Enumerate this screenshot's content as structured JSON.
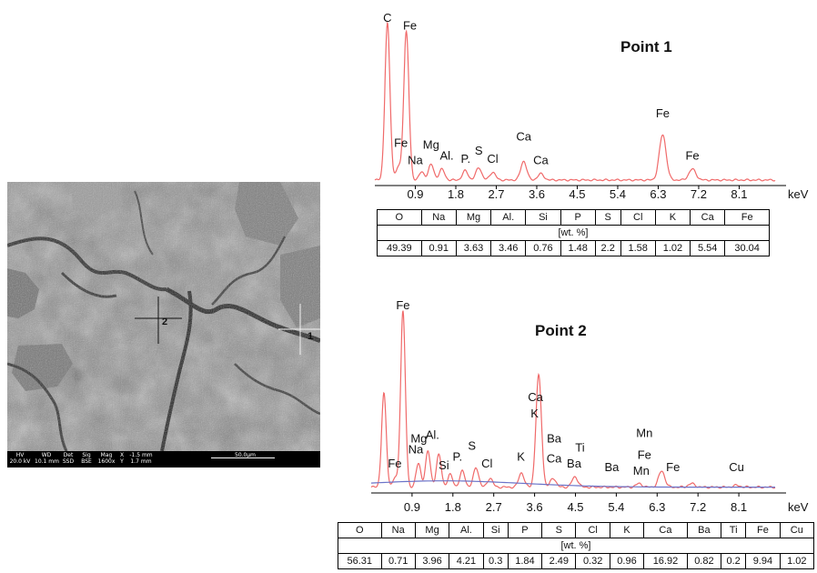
{
  "sem": {
    "point_labels": [
      "1",
      "2"
    ],
    "bar": {
      "headers": [
        "HV",
        "WD",
        "Det",
        "Sig",
        "Mag",
        "X",
        ""
      ],
      "values": [
        "20.0 kV",
        "10.1 mm",
        "SSD",
        "BSE",
        "1600x",
        "Y",
        ""
      ],
      "x_coord": "-1.5 mm",
      "y_coord": "1.7 mm",
      "scale_label": "50.0µm"
    }
  },
  "chart_data": [
    {
      "type": "line",
      "title": "Point 1",
      "xlabel": "keV",
      "x_ticks": [
        "0.9",
        "1.8",
        "2.7",
        "3.6",
        "4.5",
        "5.4",
        "6.3",
        "7.2",
        "8.1"
      ],
      "xlim": [
        0,
        8.9
      ],
      "series": [
        {
          "peaks": [
            {
              "x": 0.28,
              "h": 1.0
            },
            {
              "x": 0.7,
              "h": 0.95
            },
            {
              "x": 0.52,
              "h": 0.08
            },
            {
              "x": 1.04,
              "h": 0.05
            },
            {
              "x": 1.25,
              "h": 0.1
            },
            {
              "x": 1.49,
              "h": 0.07
            },
            {
              "x": 2.01,
              "h": 0.06
            },
            {
              "x": 2.31,
              "h": 0.08
            },
            {
              "x": 2.62,
              "h": 0.05
            },
            {
              "x": 3.31,
              "h": 0.12
            },
            {
              "x": 3.69,
              "h": 0.04
            },
            {
              "x": 6.4,
              "h": 0.29
            },
            {
              "x": 7.06,
              "h": 0.07
            }
          ]
        }
      ],
      "peak_labels": [
        {
          "text": "C",
          "x": 0.28,
          "h": 1.0
        },
        {
          "text": "Fe",
          "x": 0.78,
          "h": 0.95
        },
        {
          "text": "Fe",
          "x": 0.58,
          "h": 0.2
        },
        {
          "text": "Na",
          "x": 0.9,
          "h": 0.09
        },
        {
          "text": "Mg",
          "x": 1.25,
          "h": 0.19
        },
        {
          "text": "Al.",
          "x": 1.6,
          "h": 0.12
        },
        {
          "text": "P.",
          "x": 2.02,
          "h": 0.1
        },
        {
          "text": "S",
          "x": 2.31,
          "h": 0.15
        },
        {
          "text": "Cl",
          "x": 2.62,
          "h": 0.1
        },
        {
          "text": "Ca",
          "x": 3.31,
          "h": 0.24
        },
        {
          "text": "Ca",
          "x": 3.69,
          "h": 0.09
        },
        {
          "text": "Fe",
          "x": 6.4,
          "h": 0.39
        },
        {
          "text": "Fe",
          "x": 7.06,
          "h": 0.12
        }
      ],
      "table": {
        "elements": [
          "O",
          "Na",
          "Mg",
          "Al.",
          "Si",
          "P",
          "S",
          "Cl",
          "K",
          "Ca",
          "Fe"
        ],
        "unit": "[wt. %]",
        "values": [
          "49.39",
          "0.91",
          "3.63",
          "3.46",
          "0.76",
          "1.48",
          "2.2",
          "1.58",
          "1.02",
          "5.54",
          "30.04"
        ]
      }
    },
    {
      "type": "line",
      "title": "Point 2",
      "xlabel": "keV",
      "x_ticks": [
        "0.9",
        "1.8",
        "2.7",
        "3.6",
        "4.5",
        "5.4",
        "6.3",
        "7.2",
        "8.1"
      ],
      "xlim": [
        0,
        8.9
      ],
      "series": [
        {
          "peaks": [
            {
              "x": 0.28,
              "h": 0.52
            },
            {
              "x": 0.7,
              "h": 0.98
            },
            {
              "x": 0.52,
              "h": 0.05
            },
            {
              "x": 1.04,
              "h": 0.13
            },
            {
              "x": 1.25,
              "h": 0.2
            },
            {
              "x": 1.49,
              "h": 0.18
            },
            {
              "x": 1.74,
              "h": 0.07
            },
            {
              "x": 2.01,
              "h": 0.09
            },
            {
              "x": 2.31,
              "h": 0.11
            },
            {
              "x": 2.62,
              "h": 0.05
            },
            {
              "x": 3.31,
              "h": 0.08
            },
            {
              "x": 3.69,
              "h": 0.62
            },
            {
              "x": 4.01,
              "h": 0.05
            },
            {
              "x": 4.47,
              "h": 0.03
            },
            {
              "x": 4.51,
              "h": 0.03
            },
            {
              "x": 5.9,
              "h": 0.02
            },
            {
              "x": 6.4,
              "h": 0.09
            },
            {
              "x": 7.06,
              "h": 0.02
            },
            {
              "x": 8.05,
              "h": 0.01
            }
          ]
        }
      ],
      "peak_labels": [
        {
          "text": "Fe",
          "x": 0.7,
          "h": 0.98
        },
        {
          "text": "Fe",
          "x": 0.52,
          "h": 0.1
        },
        {
          "text": "Mg",
          "x": 1.05,
          "h": 0.24
        },
        {
          "text": "Al.",
          "x": 1.35,
          "h": 0.26
        },
        {
          "text": "Na",
          "x": 0.98,
          "h": 0.18
        },
        {
          "text": "Si",
          "x": 1.6,
          "h": 0.09
        },
        {
          "text": "P.",
          "x": 1.9,
          "h": 0.14
        },
        {
          "text": "S",
          "x": 2.22,
          "h": 0.2
        },
        {
          "text": "Cl",
          "x": 2.55,
          "h": 0.1
        },
        {
          "text": "K",
          "x": 3.3,
          "h": 0.14
        },
        {
          "text": "Ca",
          "x": 3.62,
          "h": 0.47
        },
        {
          "text": "K",
          "x": 3.6,
          "h": 0.38
        },
        {
          "text": "Ba",
          "x": 4.03,
          "h": 0.24
        },
        {
          "text": "Ca",
          "x": 4.03,
          "h": 0.13
        },
        {
          "text": "Ti",
          "x": 4.6,
          "h": 0.19
        },
        {
          "text": "Ba",
          "x": 4.47,
          "h": 0.1
        },
        {
          "text": "Ba",
          "x": 5.3,
          "h": 0.08
        },
        {
          "text": "Mn",
          "x": 6.02,
          "h": 0.27
        },
        {
          "text": "Fe",
          "x": 6.02,
          "h": 0.15
        },
        {
          "text": "Mn",
          "x": 5.95,
          "h": 0.06
        },
        {
          "text": "Fe",
          "x": 6.65,
          "h": 0.08
        },
        {
          "text": "Cu",
          "x": 8.05,
          "h": 0.08
        }
      ],
      "table": {
        "elements": [
          "O",
          "Na",
          "Mg",
          "Al.",
          "Si",
          "P",
          "S",
          "Cl",
          "K",
          "Ca",
          "Ba",
          "Ti",
          "Fe",
          "Cu"
        ],
        "unit": "[wt. %]",
        "values": [
          "56.31",
          "0.71",
          "3.96",
          "4.21",
          "0.3",
          "1.84",
          "2.49",
          "0.32",
          "0.96",
          "16.92",
          "0.82",
          "0.2",
          "9.94",
          "1.02"
        ]
      }
    }
  ],
  "colors": {
    "spectrum": "#f06a6a",
    "background_fit": "#6b73c8",
    "axis": "#000000"
  }
}
